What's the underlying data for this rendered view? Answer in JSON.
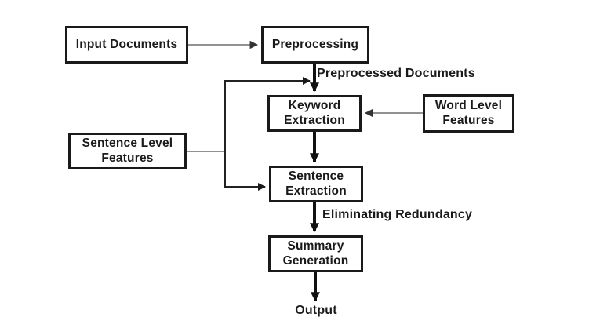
{
  "diagram": {
    "type": "flowchart",
    "colors": {
      "background": "#ffffff",
      "box_fill": "#ffffff",
      "box_border": "#1a1a1a",
      "text": "#1a1a1a",
      "thick_arrow": "#111111",
      "thin_line": "#6e6e6e"
    },
    "nodes": {
      "input_documents": {
        "label": "Input Documents"
      },
      "preprocessing": {
        "label": "Preprocessing"
      },
      "keyword_extraction": {
        "label": "Keyword\nExtraction"
      },
      "word_level_features": {
        "label": "Word Level\nFeatures"
      },
      "sentence_level_features": {
        "label": "Sentence Level\nFeatures"
      },
      "sentence_extraction": {
        "label": "Sentence\nExtraction"
      },
      "summary_generation": {
        "label": "Summary\nGeneration"
      }
    },
    "edge_labels": {
      "preprocessed_documents": "Preprocessed Documents",
      "eliminating_redundancy": "Eliminating Redundancy",
      "output": "Output"
    },
    "edges": [
      "input_documents -> preprocessing",
      "preprocessing -> keyword_extraction (Preprocessed Documents)",
      "preprocessed_documents_branch -> keyword_extraction_junction",
      "word_level_features -> keyword_extraction",
      "sentence_level_features -> sentence_extraction",
      "keyword_extraction -> sentence_extraction",
      "sentence_extraction -> summary_generation (Eliminating Redundancy)",
      "summary_generation -> output"
    ]
  }
}
